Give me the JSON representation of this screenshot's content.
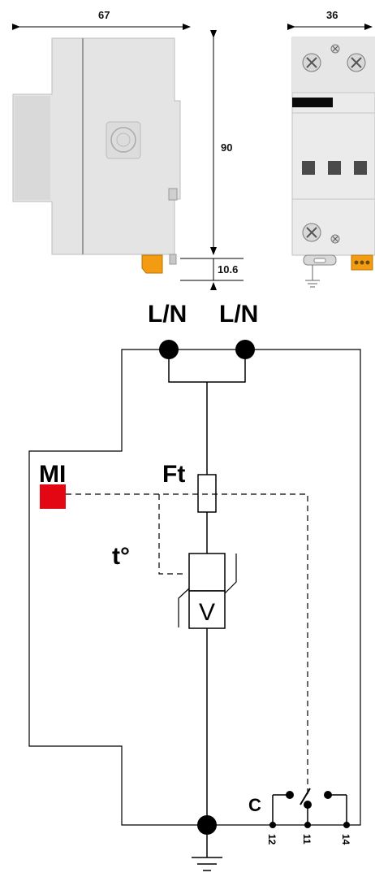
{
  "dimensions": {
    "width_side": "67",
    "width_front": "36",
    "height": "90",
    "terminal_height": "10.6"
  },
  "schematic": {
    "input_left": "L/N",
    "input_right": "L/N",
    "indicator_label": "MI",
    "fuse_label": "Ft",
    "thermal_label": "t°",
    "varistor_label": "V",
    "contact_label": "C",
    "terminal_12": "12",
    "terminal_11": "11",
    "terminal_14": "14"
  },
  "colors": {
    "indicator": "#e30613",
    "terminal_block": "#f39c12",
    "housing": "#e4e4e4"
  }
}
